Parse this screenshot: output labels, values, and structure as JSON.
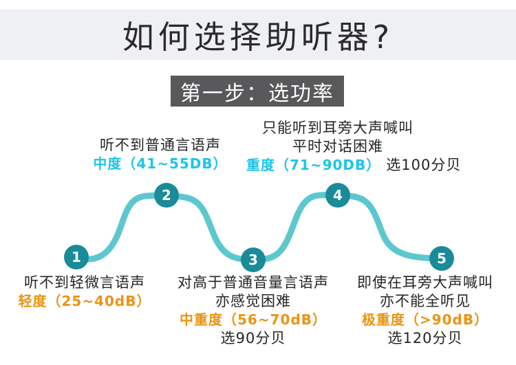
{
  "header": {
    "title": "如何选择助听器?",
    "step": "第一步：选功率"
  },
  "nodes": [
    "1",
    "2",
    "3",
    "4",
    "5"
  ],
  "labels": {
    "mild": {
      "symptom": "听不到轻微言语声",
      "level": "轻度（25~40dB）"
    },
    "moderate": {
      "symptom": "听不到普通言语声",
      "level": "中度（41~55DB）"
    },
    "moderate_severe": {
      "symptom1": "对高于普通音量言语声",
      "symptom2": "亦感觉困难",
      "level": "中重度（56~70dB）",
      "choice": "选90分贝"
    },
    "severe": {
      "symptom1": "只能听到耳旁大声喊叫",
      "symptom2": "平时对话困难",
      "level": "重度（71~90DB）",
      "choice": "选100分贝"
    },
    "profound": {
      "symptom1": "即使在耳旁大声喊叫",
      "symptom2": "亦不能全听见",
      "level": "极重度（>90dB）",
      "choice": "选120分贝"
    }
  },
  "colors": {
    "curve": "#5cc8ce",
    "node_fill": "#1a8b98",
    "highlight_cyan": "#1bc5e8",
    "highlight_orange": "#ec9310",
    "band_bg": "#eef0f3",
    "step_bg": "#59595b"
  }
}
